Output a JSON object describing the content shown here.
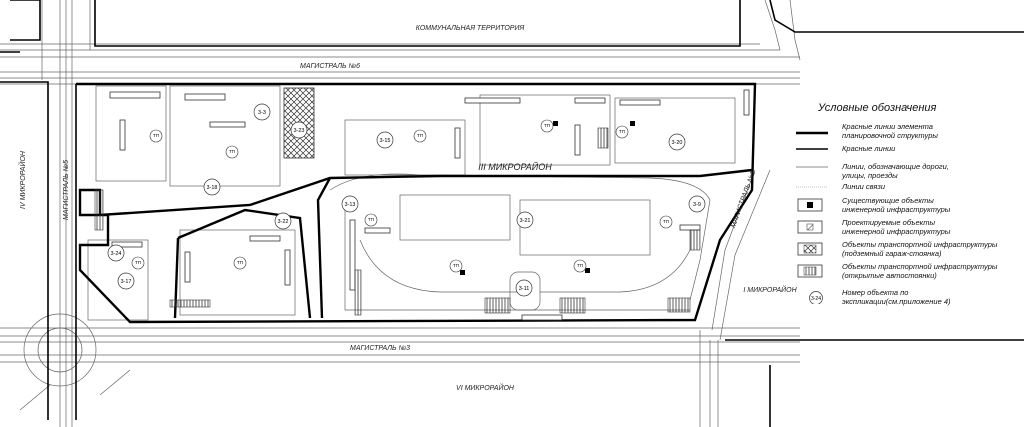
{
  "map": {
    "streets": {
      "top": "КОММУНАЛЬНАЯ ТЕРРИТОРИЯ",
      "main6": "МАГИСТРАЛЬ №6",
      "main5": "МАГИСТРАЛЬ №5",
      "main3": "МАГИСТРАЛЬ №3",
      "main2": "МАГИСТРАЛЬ №2",
      "district4": "IV МИКРОРАЙОН",
      "district3": "III МИКРОРАЙОН",
      "district6": "VI МИКРОРАЙОН",
      "district1": "I МИКРОРАЙОН"
    },
    "objects": [
      "3-3",
      "3-15",
      "3-20",
      "3-18",
      "3-22",
      "3-13",
      "3-21",
      "3-9",
      "3-11",
      "3-24",
      "3-17",
      "3-23"
    ],
    "substations": [
      "ТП",
      "ТП",
      "ТП",
      "ТП",
      "ТП",
      "ТП",
      "ТП",
      "ТП",
      "ТП",
      "ТП",
      "ТП"
    ]
  },
  "legend": {
    "title": "Условные обозначения",
    "items": [
      {
        "text": "Красные линии элемента\nпланировочной структуры"
      },
      {
        "text": "Красные линии"
      },
      {
        "text": "Линии, обозначающие дороги,\nулицы, проезды"
      },
      {
        "text": "Линии связи"
      },
      {
        "text": "Существующие объекты\nинженерной инфраструктуры"
      },
      {
        "text": "Проектируемые объекты\nинженерной инфраструктуры"
      },
      {
        "text": "Объекты транспортной инфраструктуры\n(подземный гараж-стоянка)"
      },
      {
        "text": "Объекты транспортной инфраструктуры\n(открытые автостоянки)"
      },
      {
        "text": "Номер объекта по\nэкспликации(см.приложение 4)",
        "sample": "3-24"
      }
    ]
  }
}
